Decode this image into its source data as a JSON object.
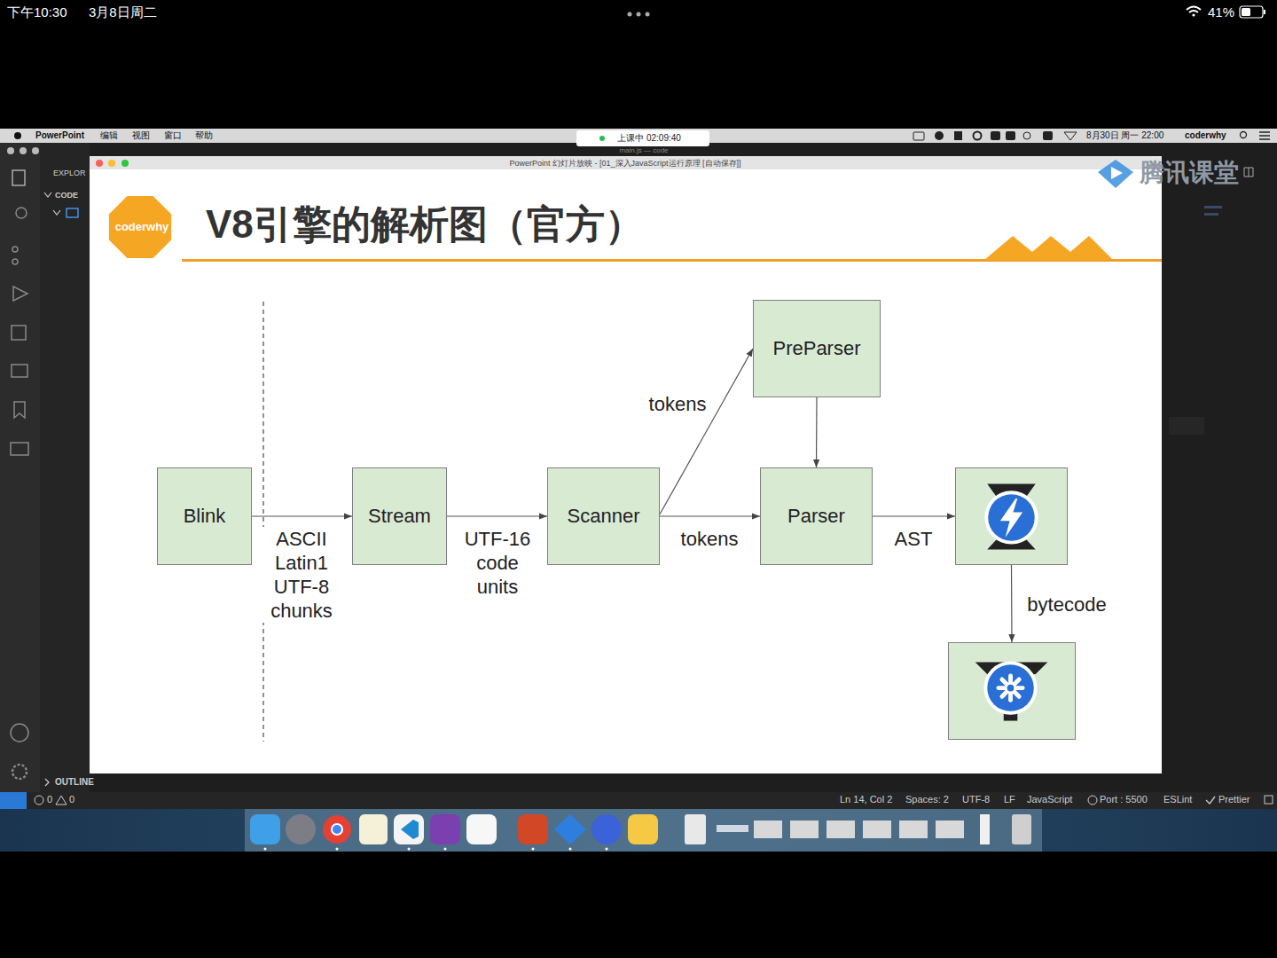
{
  "diagram": {
    "title": "V8引擎的解析图（官方）",
    "nodes": [
      {
        "text": [
          "上课中 02:09:40"
        ]
      },
      {
        "text": [
          "coderwhy"
        ]
      },
      {
        "text": [
          "Blink"
        ]
      },
      {
        "text": [
          "Stream"
        ]
      },
      {
        "text": [
          "Scanner"
        ]
      },
      {
        "text": [
          "PreParser"
        ]
      },
      {
        "text": [
          "Parser"
        ]
      },
      {
        "text": []
      },
      {
        "text": []
      }
    ],
    "edges": [
      {
        "from": 2,
        "to": 3,
        "arrow": "to",
        "label": "ASCII Latin1 UTF-8 chunks"
      },
      {
        "from": 3,
        "to": 4,
        "arrow": "to",
        "label": "UTF-16 code units"
      },
      {
        "from": 4,
        "to": 5,
        "arrow": "to",
        "label": "tokens"
      },
      {
        "from": 4,
        "to": 6,
        "arrow": "to",
        "label": "tokens"
      },
      {
        "from": 5,
        "to": 6,
        "arrow": "to"
      },
      {
        "from": 6,
        "to": 7,
        "arrow": "to",
        "label": "AST"
      },
      {
        "from": 7,
        "to": 8,
        "arrow": "to",
        "label": "bytecode"
      }
    ],
    "labels": [
      "下午10:30",
      "3月8日周二",
      "41%",
      "PowerPoint",
      "编辑",
      "视图",
      "窗口",
      "帮助",
      "8月30日 周一 22:00",
      "coderwhy",
      "PowerPoint 幻灯片放映 - [01_深入JavaScript运行原理 [自动保存]]",
      "main.js — code",
      "腾讯课堂",
      "EXPLOR",
      "CODE",
      "OUTLINE",
      "0",
      "0",
      "Ln 14, Col 2",
      "Spaces: 2",
      "UTF-8",
      "LF",
      "JavaScript",
      "Port : 5500",
      "ESLint",
      "Prettier"
    ]
  }
}
